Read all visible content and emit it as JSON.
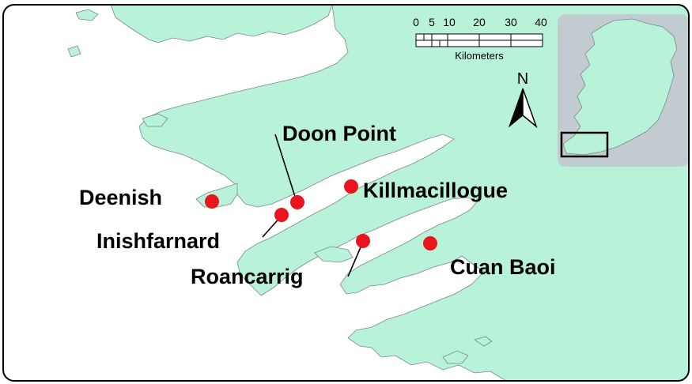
{
  "colors": {
    "land": "#b8f2d8",
    "water": "#ffffff",
    "site": "#e8141e",
    "inset_bg": "#c2ccd0",
    "inset_land": "#b8f2d8"
  },
  "scale_bar": {
    "ticks": [
      "0",
      "5",
      "10",
      "20",
      "30",
      "40"
    ],
    "unit": "Kilometers"
  },
  "north_arrow": {
    "label": "N"
  },
  "sites": [
    {
      "name": "Deenish"
    },
    {
      "name": "Doon Point"
    },
    {
      "name": "Killmacillogue"
    },
    {
      "name": "Inishfarnard"
    },
    {
      "name": "Roancarrig"
    },
    {
      "name": "Cuan Baoi"
    }
  ],
  "inset": {
    "icon": "ireland-locator-map",
    "highlight": "study-area-box"
  }
}
